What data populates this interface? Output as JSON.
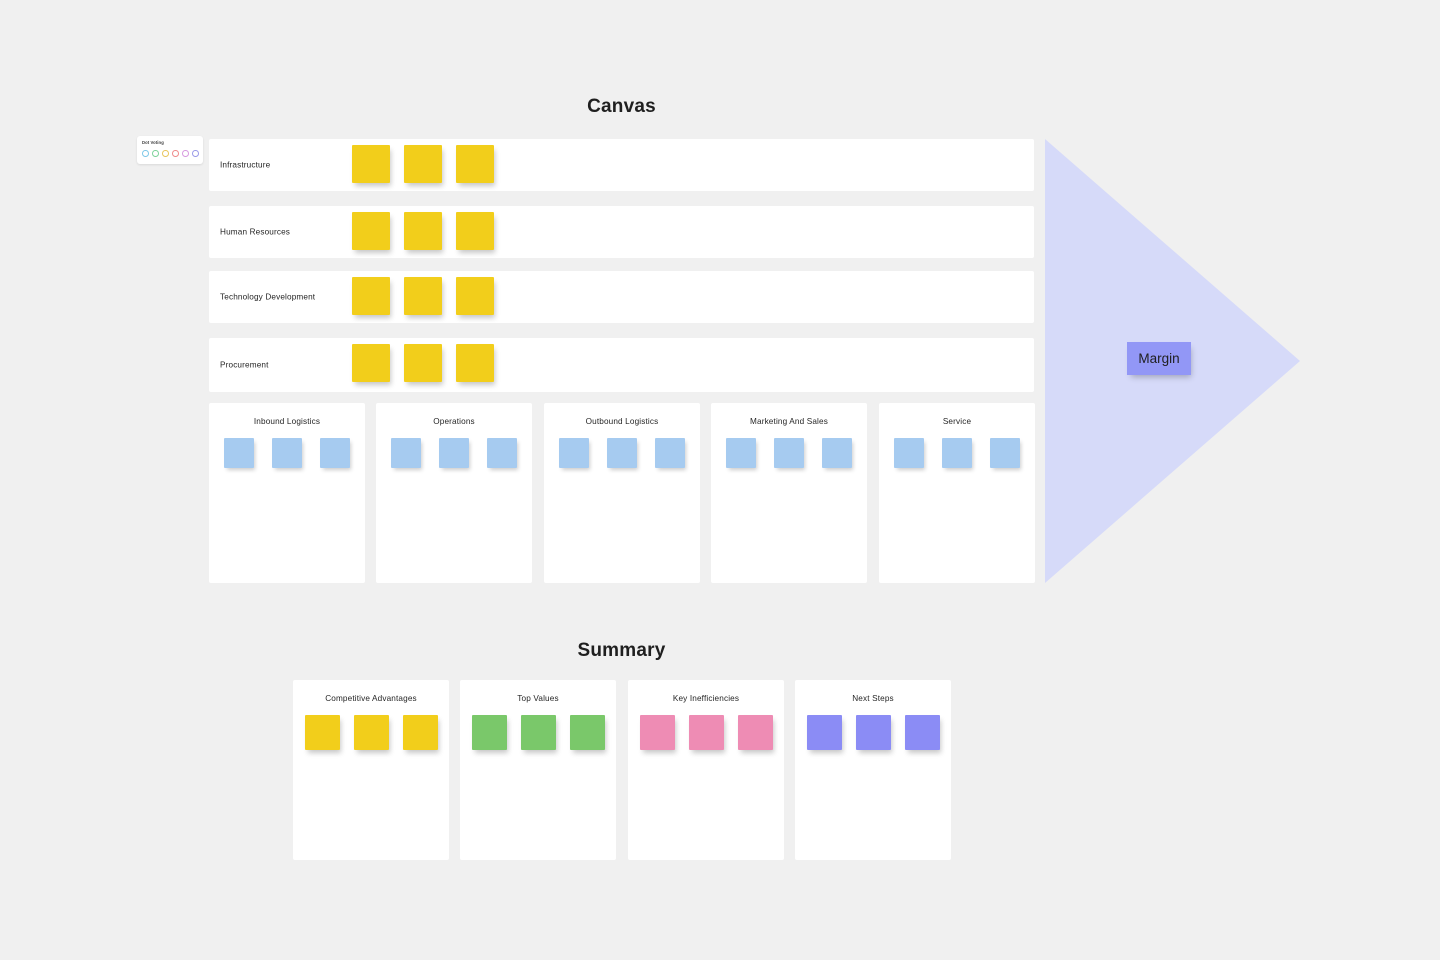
{
  "canvas": {
    "title": "Canvas",
    "dot_voting": {
      "title": "Dot Voting",
      "dots": [
        {
          "name": "dot-blue",
          "color": "#7ec8e8"
        },
        {
          "name": "dot-green",
          "color": "#7ed39a"
        },
        {
          "name": "dot-yellow",
          "color": "#e8c65c"
        },
        {
          "name": "dot-red",
          "color": "#ef8b8b"
        },
        {
          "name": "dot-pink",
          "color": "#d79ae0"
        },
        {
          "name": "dot-purple",
          "color": "#9a9ae8"
        }
      ]
    },
    "support_activities": [
      {
        "label": "Infrastructure",
        "note_color": "#f2ce1b",
        "note_count": 3
      },
      {
        "label": "Human Resources",
        "note_color": "#f2ce1b",
        "note_count": 3
      },
      {
        "label": "Technology Development",
        "note_color": "#f2ce1b",
        "note_count": 3
      },
      {
        "label": "Procurement",
        "note_color": "#f2ce1b",
        "note_count": 3
      }
    ],
    "primary_activities": [
      {
        "label": "Inbound Logistics",
        "note_color": "#a6cbf0",
        "note_count": 3
      },
      {
        "label": "Operations",
        "note_color": "#a6cbf0",
        "note_count": 3
      },
      {
        "label": "Outbound Logistics",
        "note_color": "#a6cbf0",
        "note_count": 3
      },
      {
        "label": "Marketing And Sales",
        "note_color": "#a6cbf0",
        "note_count": 3
      },
      {
        "label": "Service",
        "note_color": "#a6cbf0",
        "note_count": 3
      }
    ],
    "margin": {
      "label": "Margin",
      "arrow_color": "#d6daf9",
      "chip_color": "#9297f6"
    }
  },
  "summary": {
    "title": "Summary",
    "columns": [
      {
        "label": "Competitive Advantages",
        "note_color": "#f2ce1b",
        "note_count": 3
      },
      {
        "label": "Top Values",
        "note_color": "#7ac86a",
        "note_count": 3
      },
      {
        "label": "Key Inefficiencies",
        "note_color": "#ee8cb4",
        "note_count": 3
      },
      {
        "label": "Next Steps",
        "note_color": "#8b8cf5",
        "note_count": 3
      }
    ]
  },
  "theme": {
    "background": "#f0f0f0",
    "card_background": "#ffffff",
    "text_color": "#262626"
  }
}
